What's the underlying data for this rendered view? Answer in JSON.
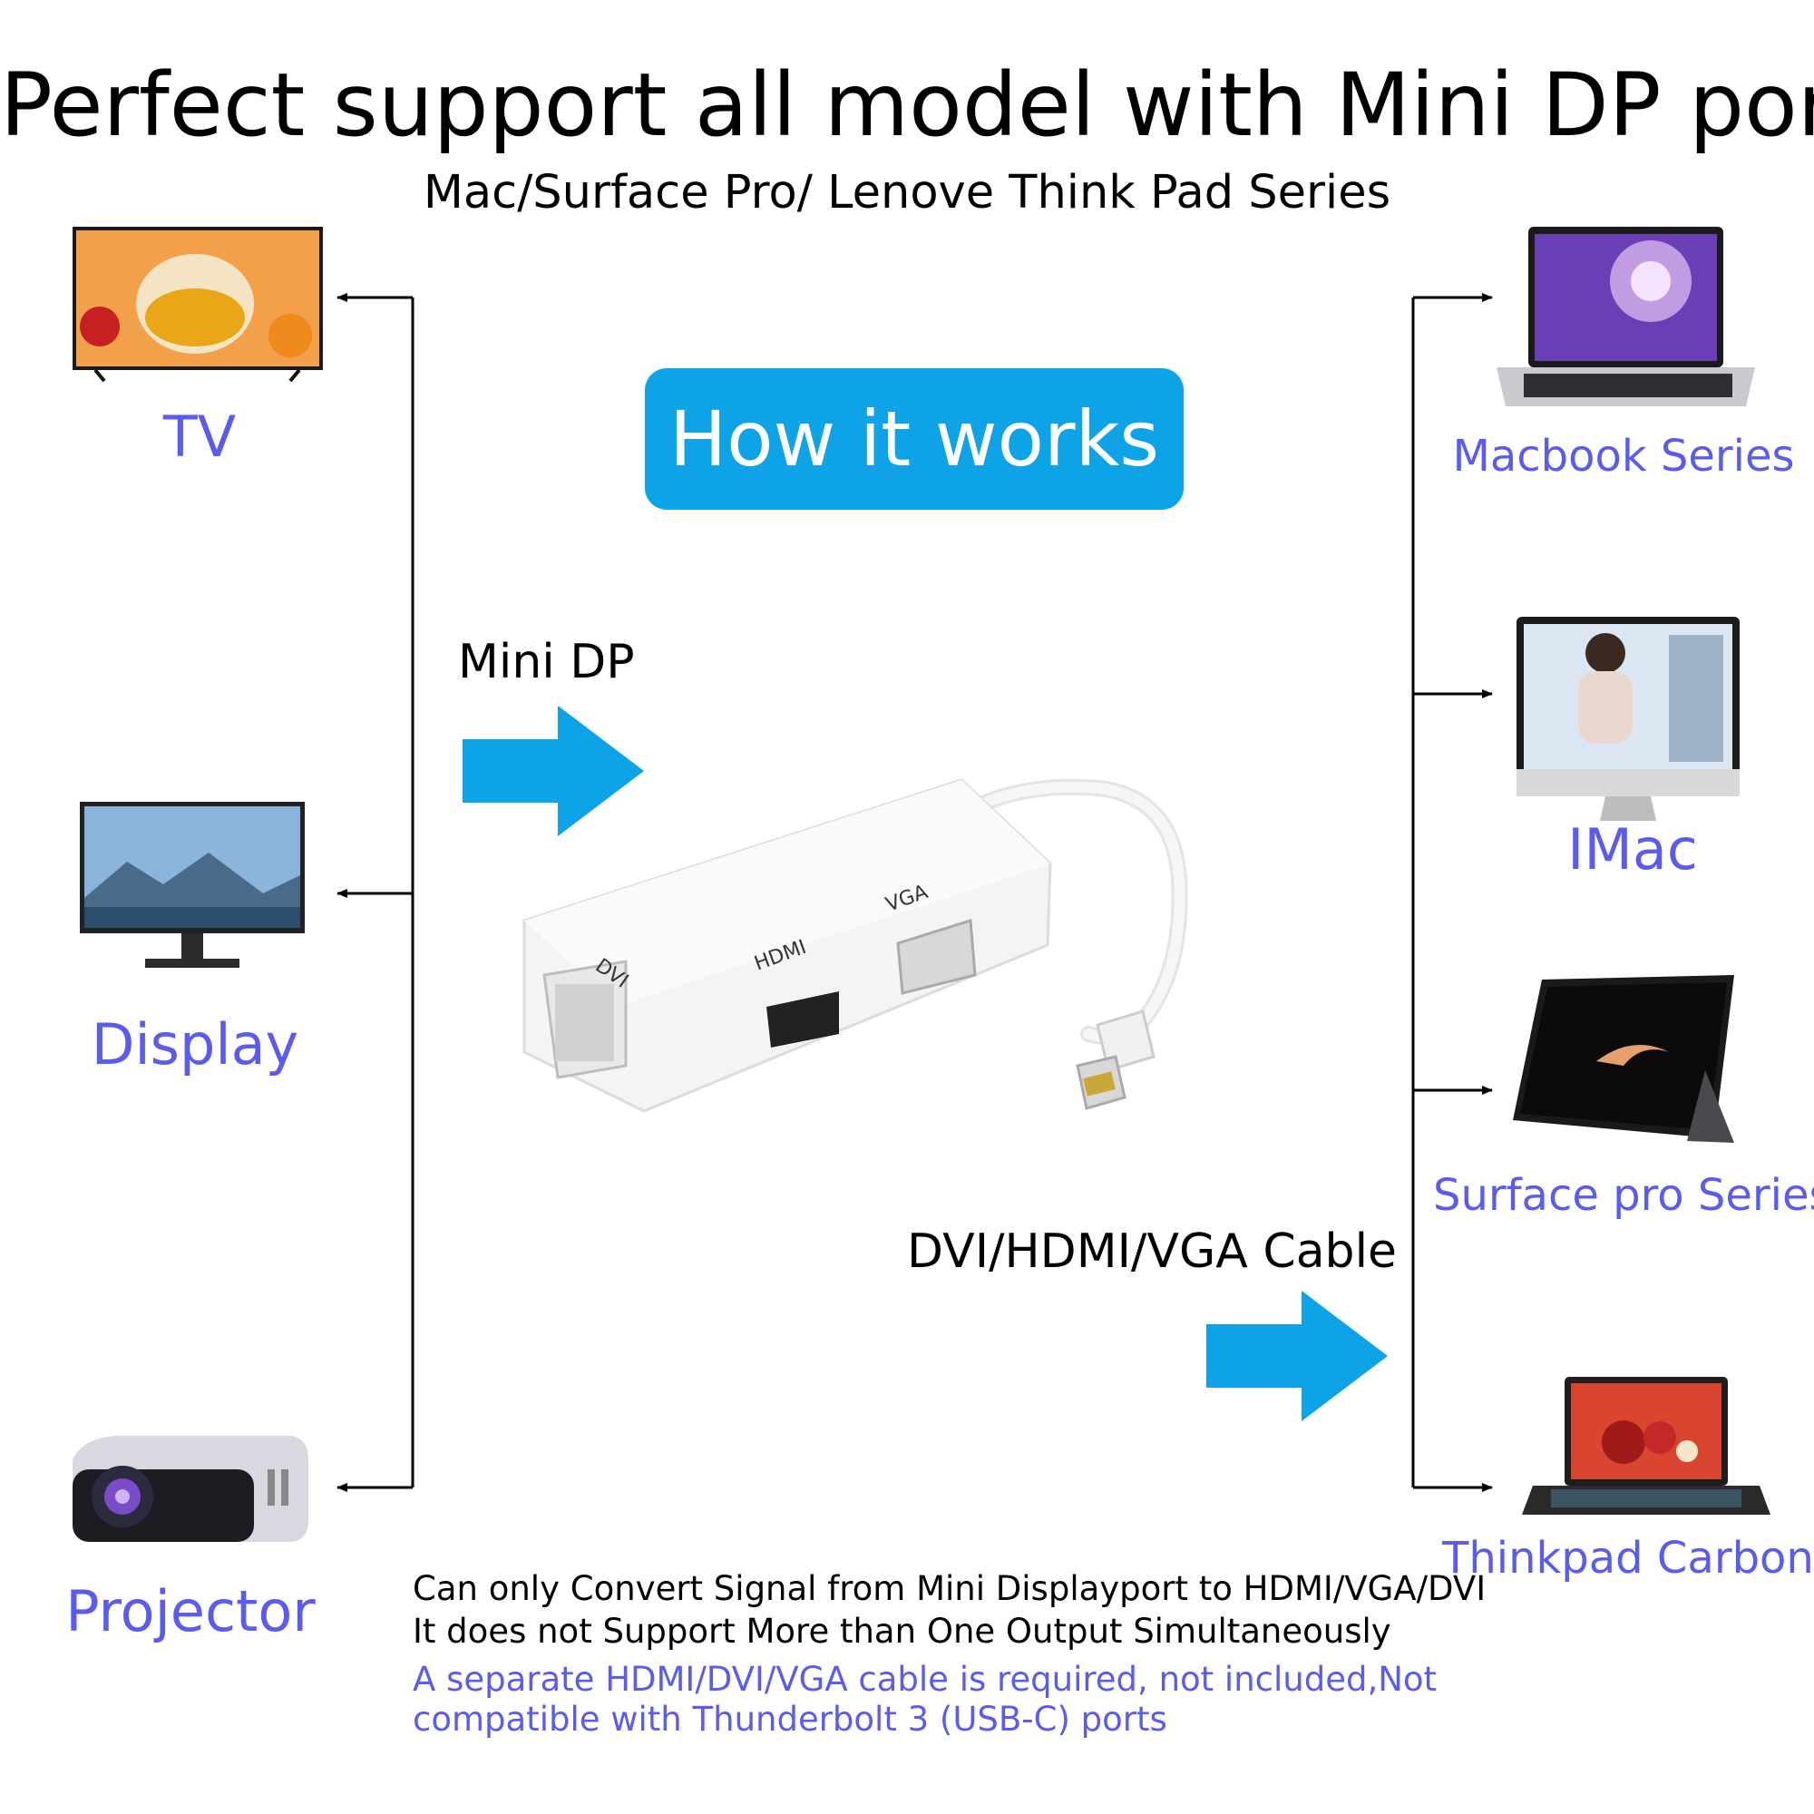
{
  "header": {
    "title": "Perfect support all model with Mini DP port",
    "subtitle": "Mac/Surface Pro/ Lenove Think Pad Series"
  },
  "center": {
    "button_label": "How it works",
    "input_label": "Mini DP",
    "output_label": "DVI/HDMI/VGA Cable",
    "port_labels": [
      "DVI",
      "HDMI",
      "VGA"
    ]
  },
  "left_devices": [
    {
      "label": "TV",
      "icon": "tv-icon"
    },
    {
      "label": "Display",
      "icon": "monitor-icon"
    },
    {
      "label": "Projector",
      "icon": "projector-icon"
    }
  ],
  "right_devices": [
    {
      "label": "Macbook Series",
      "icon": "laptop-icon"
    },
    {
      "label": "IMac",
      "icon": "imac-icon"
    },
    {
      "label": "Surface pro Series",
      "icon": "tablet-icon"
    },
    {
      "label": "Thinkpad Carbon",
      "icon": "laptop-icon"
    }
  ],
  "notes": {
    "line1": "Can only Convert Signal from Mini Displayport to HDMI/VGA/DVI",
    "line2": "It does not Support More than One Output Simultaneously",
    "line3": "A separate HDMI/DVI/VGA cable is required, not included,Not",
    "line4": "compatible with Thunderbolt 3 (USB-C) ports"
  },
  "colors": {
    "accent": "#0ea3e6",
    "label": "#5b5bf0",
    "text": "#000000"
  }
}
